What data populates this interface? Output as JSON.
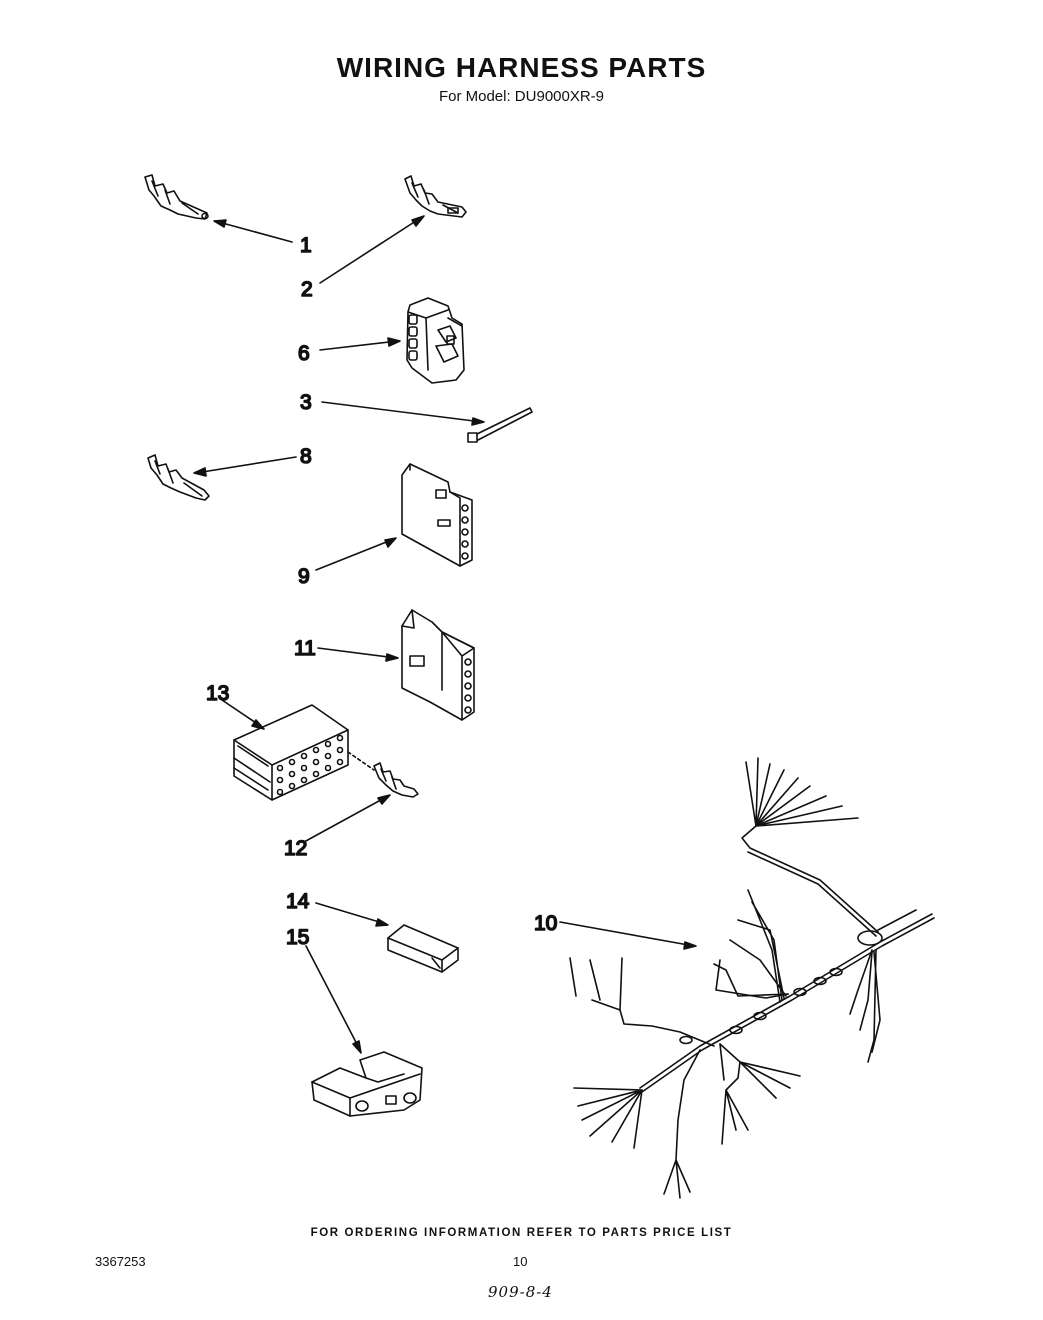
{
  "header": {
    "title": "WIRING HARNESS PARTS",
    "subtitle": "For Model: DU9000XR-9"
  },
  "callouts": {
    "c1": "1",
    "c2": "2",
    "c3": "3",
    "c6": "6",
    "c8": "8",
    "c9": "9",
    "c10": "10",
    "c11": "11",
    "c12": "12",
    "c13": "13",
    "c14": "14",
    "c15": "15"
  },
  "footer": {
    "ordering_note": "FOR ORDERING INFORMATION REFER TO PARTS PRICE LIST",
    "document_number": "3367253",
    "page_number": "10",
    "handwritten_note": "909-8-4"
  }
}
